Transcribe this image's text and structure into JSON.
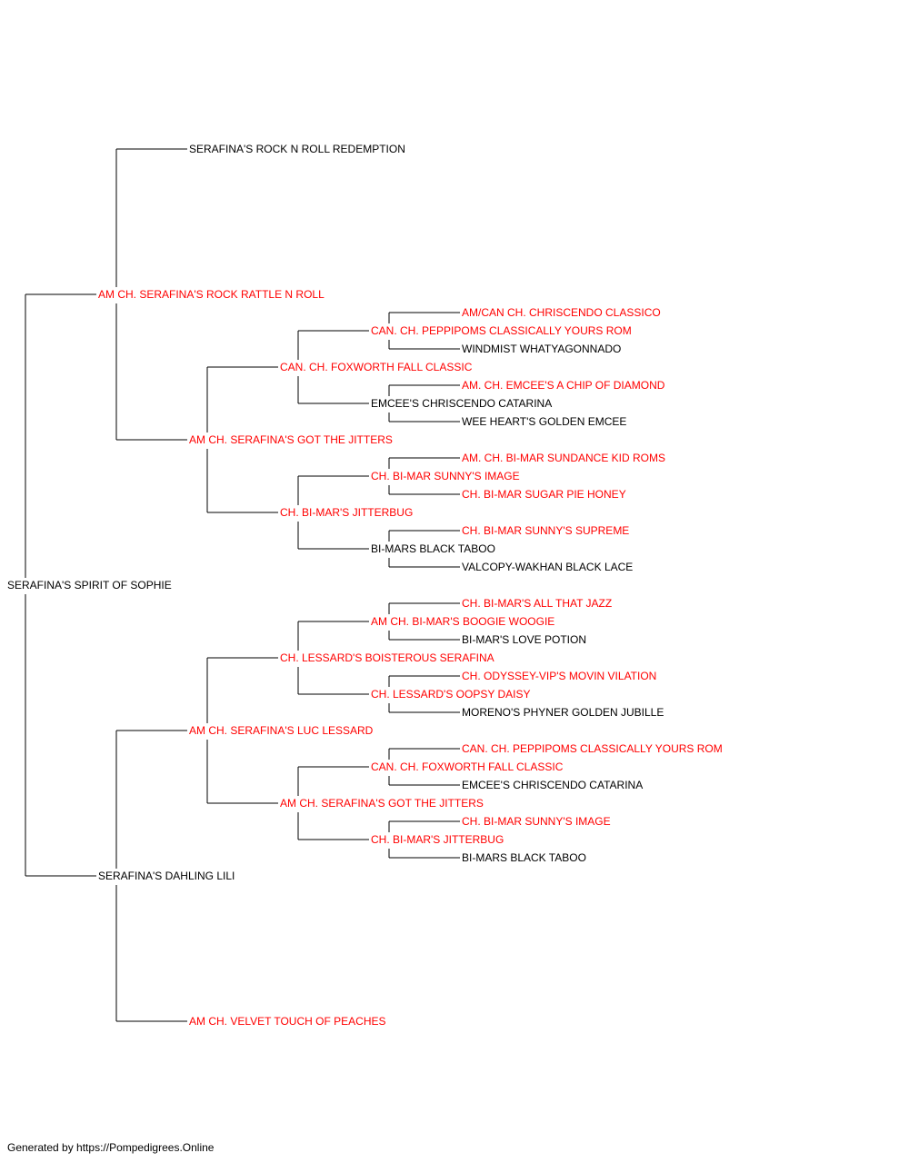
{
  "colors": {
    "titled": "#ff0000",
    "plain": "#000000",
    "line": "#000000"
  },
  "pedigree": {
    "name": "SERAFINA'S SPIRIT OF SOPHIE",
    "titled": false,
    "sire": {
      "name": "AM CH. SERAFINA'S ROCK RATTLE N ROLL",
      "titled": true,
      "sire": {
        "name": "SERAFINA'S ROCK N ROLL REDEMPTION",
        "titled": false
      },
      "dam": {
        "name": "AM CH. SERAFINA'S GOT THE JITTERS",
        "titled": true,
        "sire": {
          "name": "CAN. CH. FOXWORTH FALL CLASSIC",
          "titled": true,
          "sire": {
            "name": "CAN. CH. PEPPIPOMS CLASSICALLY YOURS ROM",
            "titled": true,
            "sire": {
              "name": "AM/CAN CH. CHRISCENDO CLASSICO",
              "titled": true
            },
            "dam": {
              "name": "WINDMIST WHATYAGONNADO",
              "titled": false
            }
          },
          "dam": {
            "name": "EMCEE'S CHRISCENDO CATARINA",
            "titled": false,
            "sire": {
              "name": "AM. CH. EMCEE'S A CHIP OF DIAMOND",
              "titled": true
            },
            "dam": {
              "name": "WEE HEART'S GOLDEN EMCEE",
              "titled": false
            }
          }
        },
        "dam": {
          "name": "CH. BI-MAR'S JITTERBUG",
          "titled": true,
          "sire": {
            "name": "CH. BI-MAR SUNNY'S IMAGE",
            "titled": true,
            "sire": {
              "name": "AM. CH. BI-MAR SUNDANCE KID ROMS",
              "titled": true
            },
            "dam": {
              "name": "CH. BI-MAR SUGAR PIE HONEY",
              "titled": true
            }
          },
          "dam": {
            "name": "BI-MARS BLACK TABOO",
            "titled": false,
            "sire": {
              "name": "CH. BI-MAR SUNNY'S SUPREME",
              "titled": true
            },
            "dam": {
              "name": "VALCOPY-WAKHAN BLACK LACE",
              "titled": false
            }
          }
        }
      }
    },
    "dam": {
      "name": "SERAFINA'S DAHLING LILI",
      "titled": false,
      "sire": {
        "name": "AM CH. SERAFINA'S LUC LESSARD",
        "titled": true,
        "sire": {
          "name": "CH. LESSARD'S BOISTEROUS SERAFINA",
          "titled": true,
          "sire": {
            "name": "AM CH. BI-MAR'S BOOGIE WOOGIE",
            "titled": true,
            "sire": {
              "name": "CH. BI-MAR'S ALL THAT JAZZ",
              "titled": true
            },
            "dam": {
              "name": "BI-MAR'S LOVE POTION",
              "titled": false
            }
          },
          "dam": {
            "name": "CH. LESSARD'S OOPSY DAISY",
            "titled": true,
            "sire": {
              "name": "CH. ODYSSEY-VIP'S MOVIN VILATION",
              "titled": true
            },
            "dam": {
              "name": "MORENO'S PHYNER GOLDEN JUBILLE",
              "titled": false
            }
          }
        },
        "dam": {
          "name": "AM CH. SERAFINA'S GOT THE JITTERS",
          "titled": true,
          "sire": {
            "name": "CAN. CH. FOXWORTH FALL CLASSIC",
            "titled": true,
            "sire": {
              "name": "CAN. CH. PEPPIPOMS CLASSICALLY YOURS ROM",
              "titled": true
            },
            "dam": {
              "name": "EMCEE'S CHRISCENDO CATARINA",
              "titled": false
            }
          },
          "dam": {
            "name": "CH. BI-MAR'S JITTERBUG",
            "titled": true,
            "sire": {
              "name": "CH. BI-MAR SUNNY'S IMAGE",
              "titled": true
            },
            "dam": {
              "name": "BI-MARS BLACK TABOO",
              "titled": false
            }
          }
        }
      },
      "dam": {
        "name": "AM CH. VELVET TOUCH OF PEACHES",
        "titled": true
      }
    }
  },
  "footer": {
    "text": "Generated by https://Pompedigrees.Online"
  }
}
